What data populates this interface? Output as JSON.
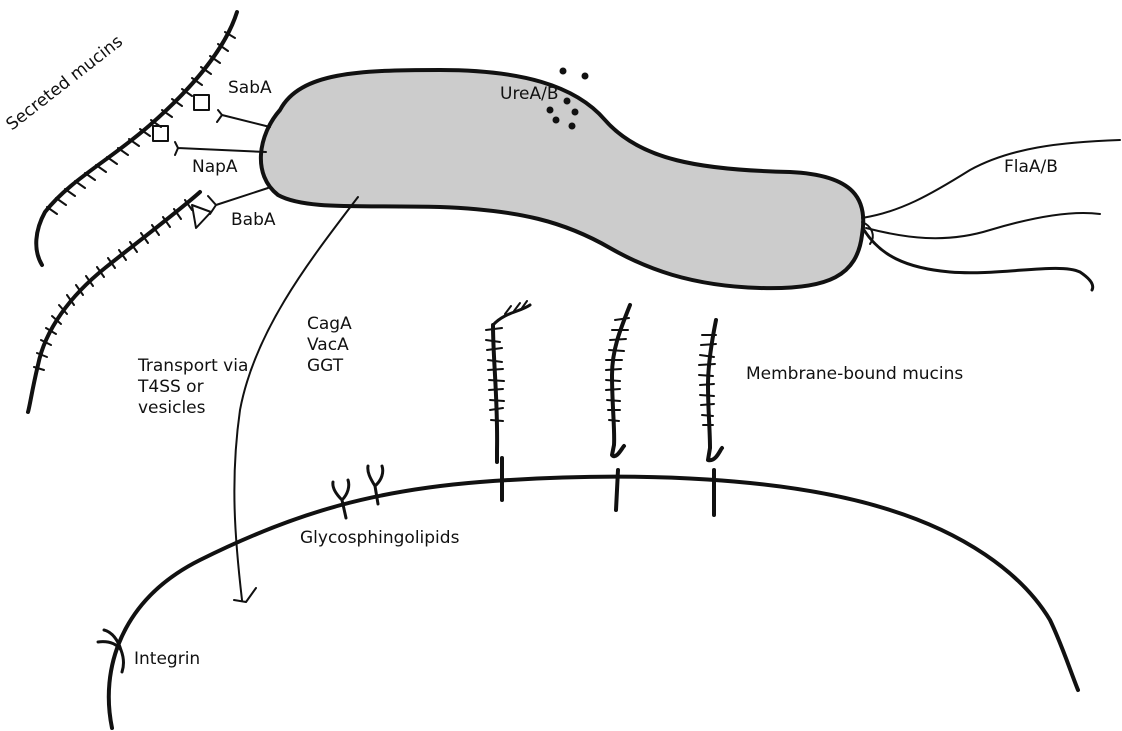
{
  "labels": {
    "secreted_mucins": "Secreted mucins",
    "saba": "SabA",
    "napa": "NapA",
    "baba": "BabA",
    "urea": "UreA/B",
    "flaa": "FlaA/B",
    "caga": "CagA",
    "vaca": "VacA",
    "ggt": "GGT",
    "transport": [
      "Transport via",
      "T4SS or",
      "vesicles"
    ],
    "membrane_mucins": "Membrane-bound mucins",
    "glycosphingolipids": "Glycosphingolipids",
    "integrin": "Integrin"
  },
  "colors": {
    "bacterium_fill": "#cccccc",
    "stroke": "#111111"
  }
}
